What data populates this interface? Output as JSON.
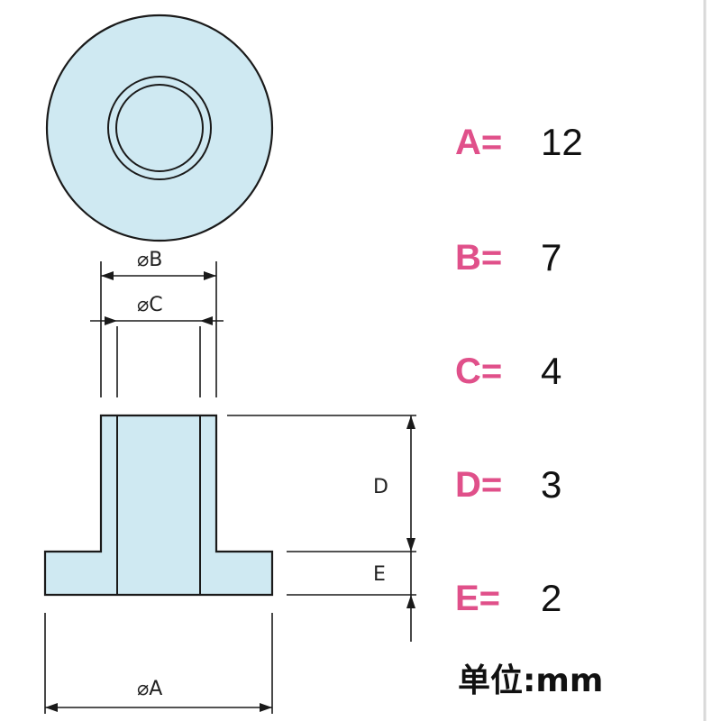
{
  "colors": {
    "part_fill": "#cfe9f2",
    "outline": "#1a1a1a",
    "accent": "#e0508a",
    "frame": "#d9d9d9"
  },
  "drawing": {
    "labels": {
      "B": "⌀B",
      "C": "⌀C",
      "D": "D",
      "E": "E",
      "A": "⌀A"
    }
  },
  "specs": [
    {
      "key": "A=",
      "value": "12"
    },
    {
      "key": "B=",
      "value": "7"
    },
    {
      "key": "C=",
      "value": "4"
    },
    {
      "key": "D=",
      "value": "3"
    },
    {
      "key": "E=",
      "value": "2"
    }
  ],
  "unit": "单位:mm"
}
